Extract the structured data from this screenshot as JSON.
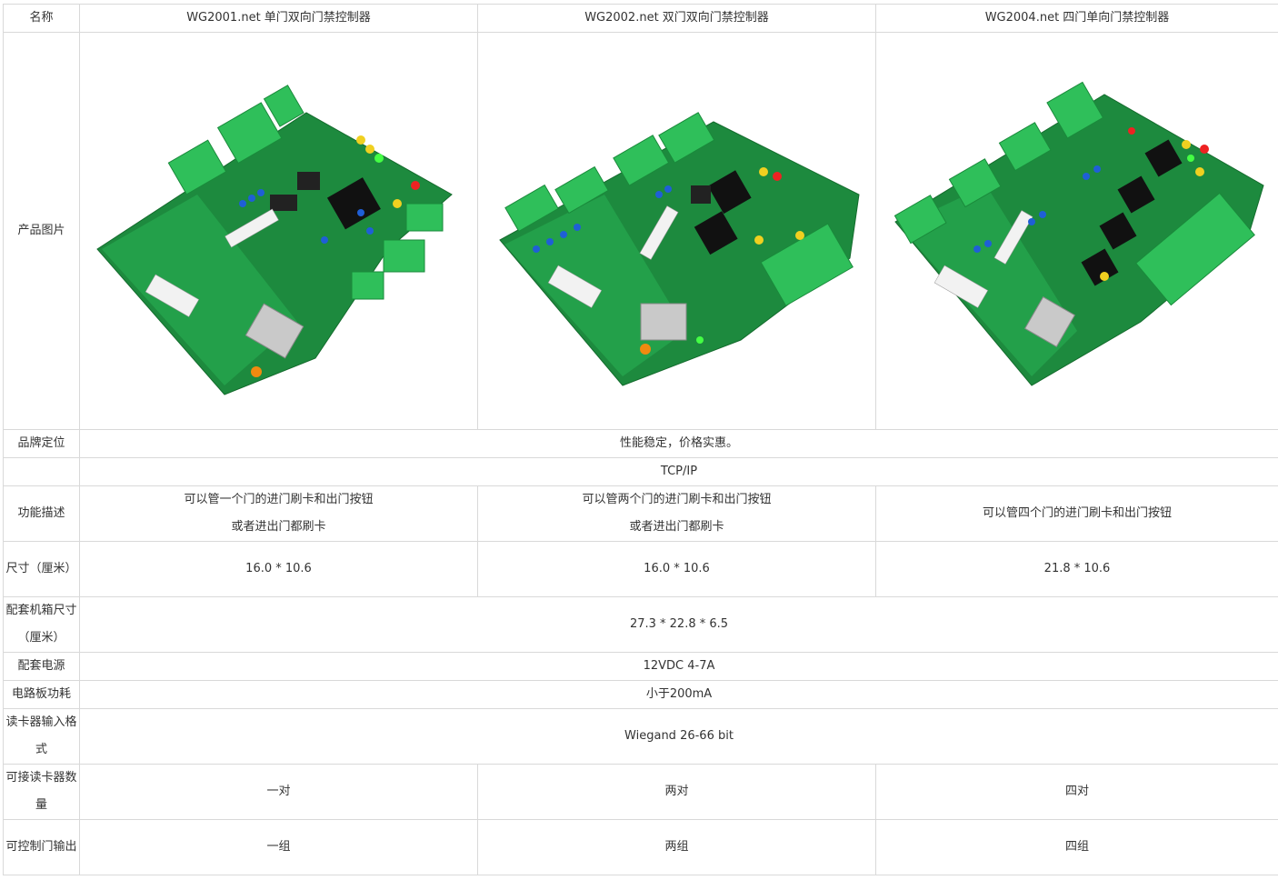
{
  "header": {
    "col0": "名称",
    "col1": "WG2001.net 单门双向门禁控制器",
    "col2": "WG2002.net 双门双向门禁控制器",
    "col3": "WG2004.net 四门单向门禁控制器"
  },
  "rows": {
    "image_label": "产品图片",
    "brand_label": "品牌定位",
    "brand_value": "性能稳定，价格实惠。",
    "protocol_value": "TCP/IP",
    "function_label": "功能描述",
    "function": [
      {
        "line1": "可以管一个门的进门刷卡和出门按钮",
        "line2": "或者进出门都刷卡"
      },
      {
        "line1": "可以管两个门的进门刷卡和出门按钮",
        "line2": "或者进出门都刷卡"
      },
      {
        "line1": "可以管四个门的进门刷卡和出门按钮",
        "line2": ""
      }
    ],
    "size_label": "尺寸（厘米）",
    "size": [
      "16.0 * 10.6",
      "16.0 * 10.6",
      "21.8 * 10.6"
    ],
    "case_label": "配套机箱尺寸（厘米）",
    "case_value": "27.3 * 22.8 * 6.5",
    "power_label": "配套电源",
    "power_value": "12VDC 4-7A",
    "consumption_label": "电路板功耗",
    "consumption_value": "小于200mA",
    "reader_format_label": "读卡器输入格式",
    "reader_format_value": "Wiegand 26-66 bit",
    "reader_count_label": "可接读卡器数量",
    "reader_count": [
      "一对",
      "两对",
      "四对"
    ],
    "door_output_label": "可控制门输出",
    "door_output": [
      "一组",
      "两组",
      "四组"
    ]
  },
  "colors": {
    "border": "#d9d9d9",
    "text": "#333333",
    "pcb_green": "#1d8a3e",
    "terminal_green": "#2fbf5a",
    "capacitor_blue": "#1f5fd6"
  },
  "images": {
    "board1": "wg2001-circuit-board-image",
    "board2": "wg2002-circuit-board-image",
    "board3": "wg2004-circuit-board-image"
  }
}
